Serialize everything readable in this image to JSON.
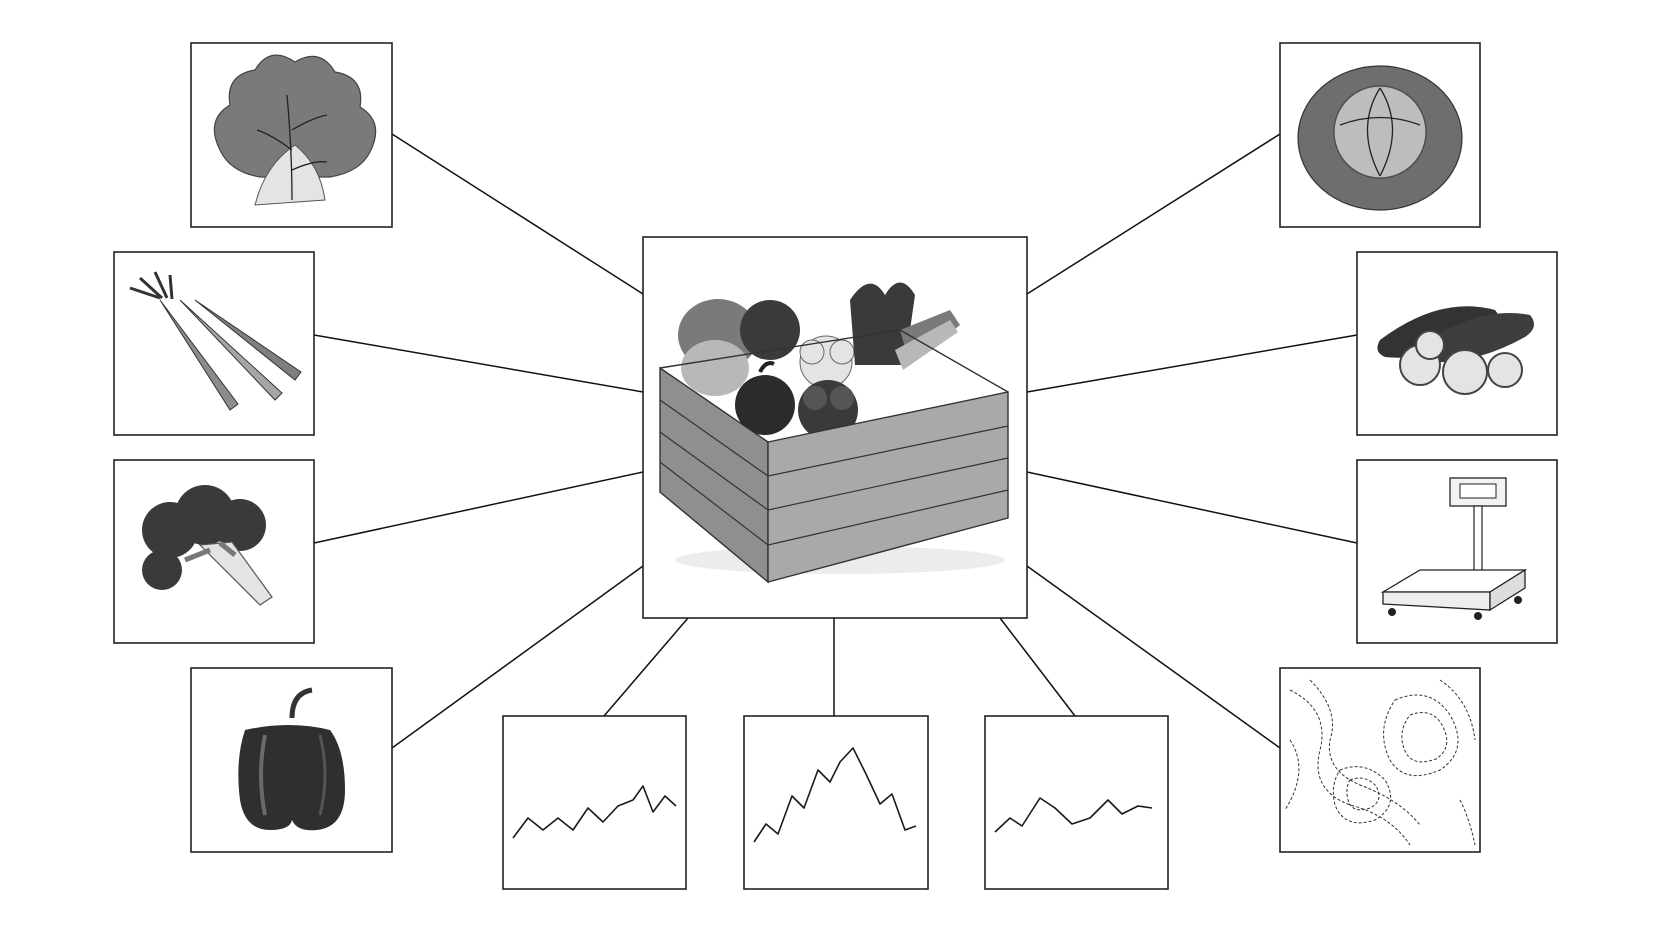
{
  "diagram": {
    "hub": {
      "icon": "vegetable-crate-icon"
    },
    "nodes": [
      {
        "id": "lettuce",
        "icon": "lettuce-icon"
      },
      {
        "id": "carrots",
        "icon": "carrots-icon"
      },
      {
        "id": "broccoli",
        "icon": "broccoli-icon"
      },
      {
        "id": "bell-pepper",
        "icon": "bell-pepper-icon"
      },
      {
        "id": "cabbage",
        "icon": "cabbage-icon"
      },
      {
        "id": "cucumbers",
        "icon": "cucumbers-icon"
      },
      {
        "id": "platform-scale",
        "icon": "platform-scale-icon"
      },
      {
        "id": "contour-map",
        "icon": "contour-map-icon"
      },
      {
        "id": "trend-chart-1",
        "icon": "line-chart-icon"
      },
      {
        "id": "trend-chart-2",
        "icon": "line-chart-icon"
      },
      {
        "id": "trend-chart-3",
        "icon": "line-chart-icon"
      }
    ],
    "colors": {
      "line": "#111111",
      "frame": "#222222",
      "background": "#ffffff"
    }
  }
}
